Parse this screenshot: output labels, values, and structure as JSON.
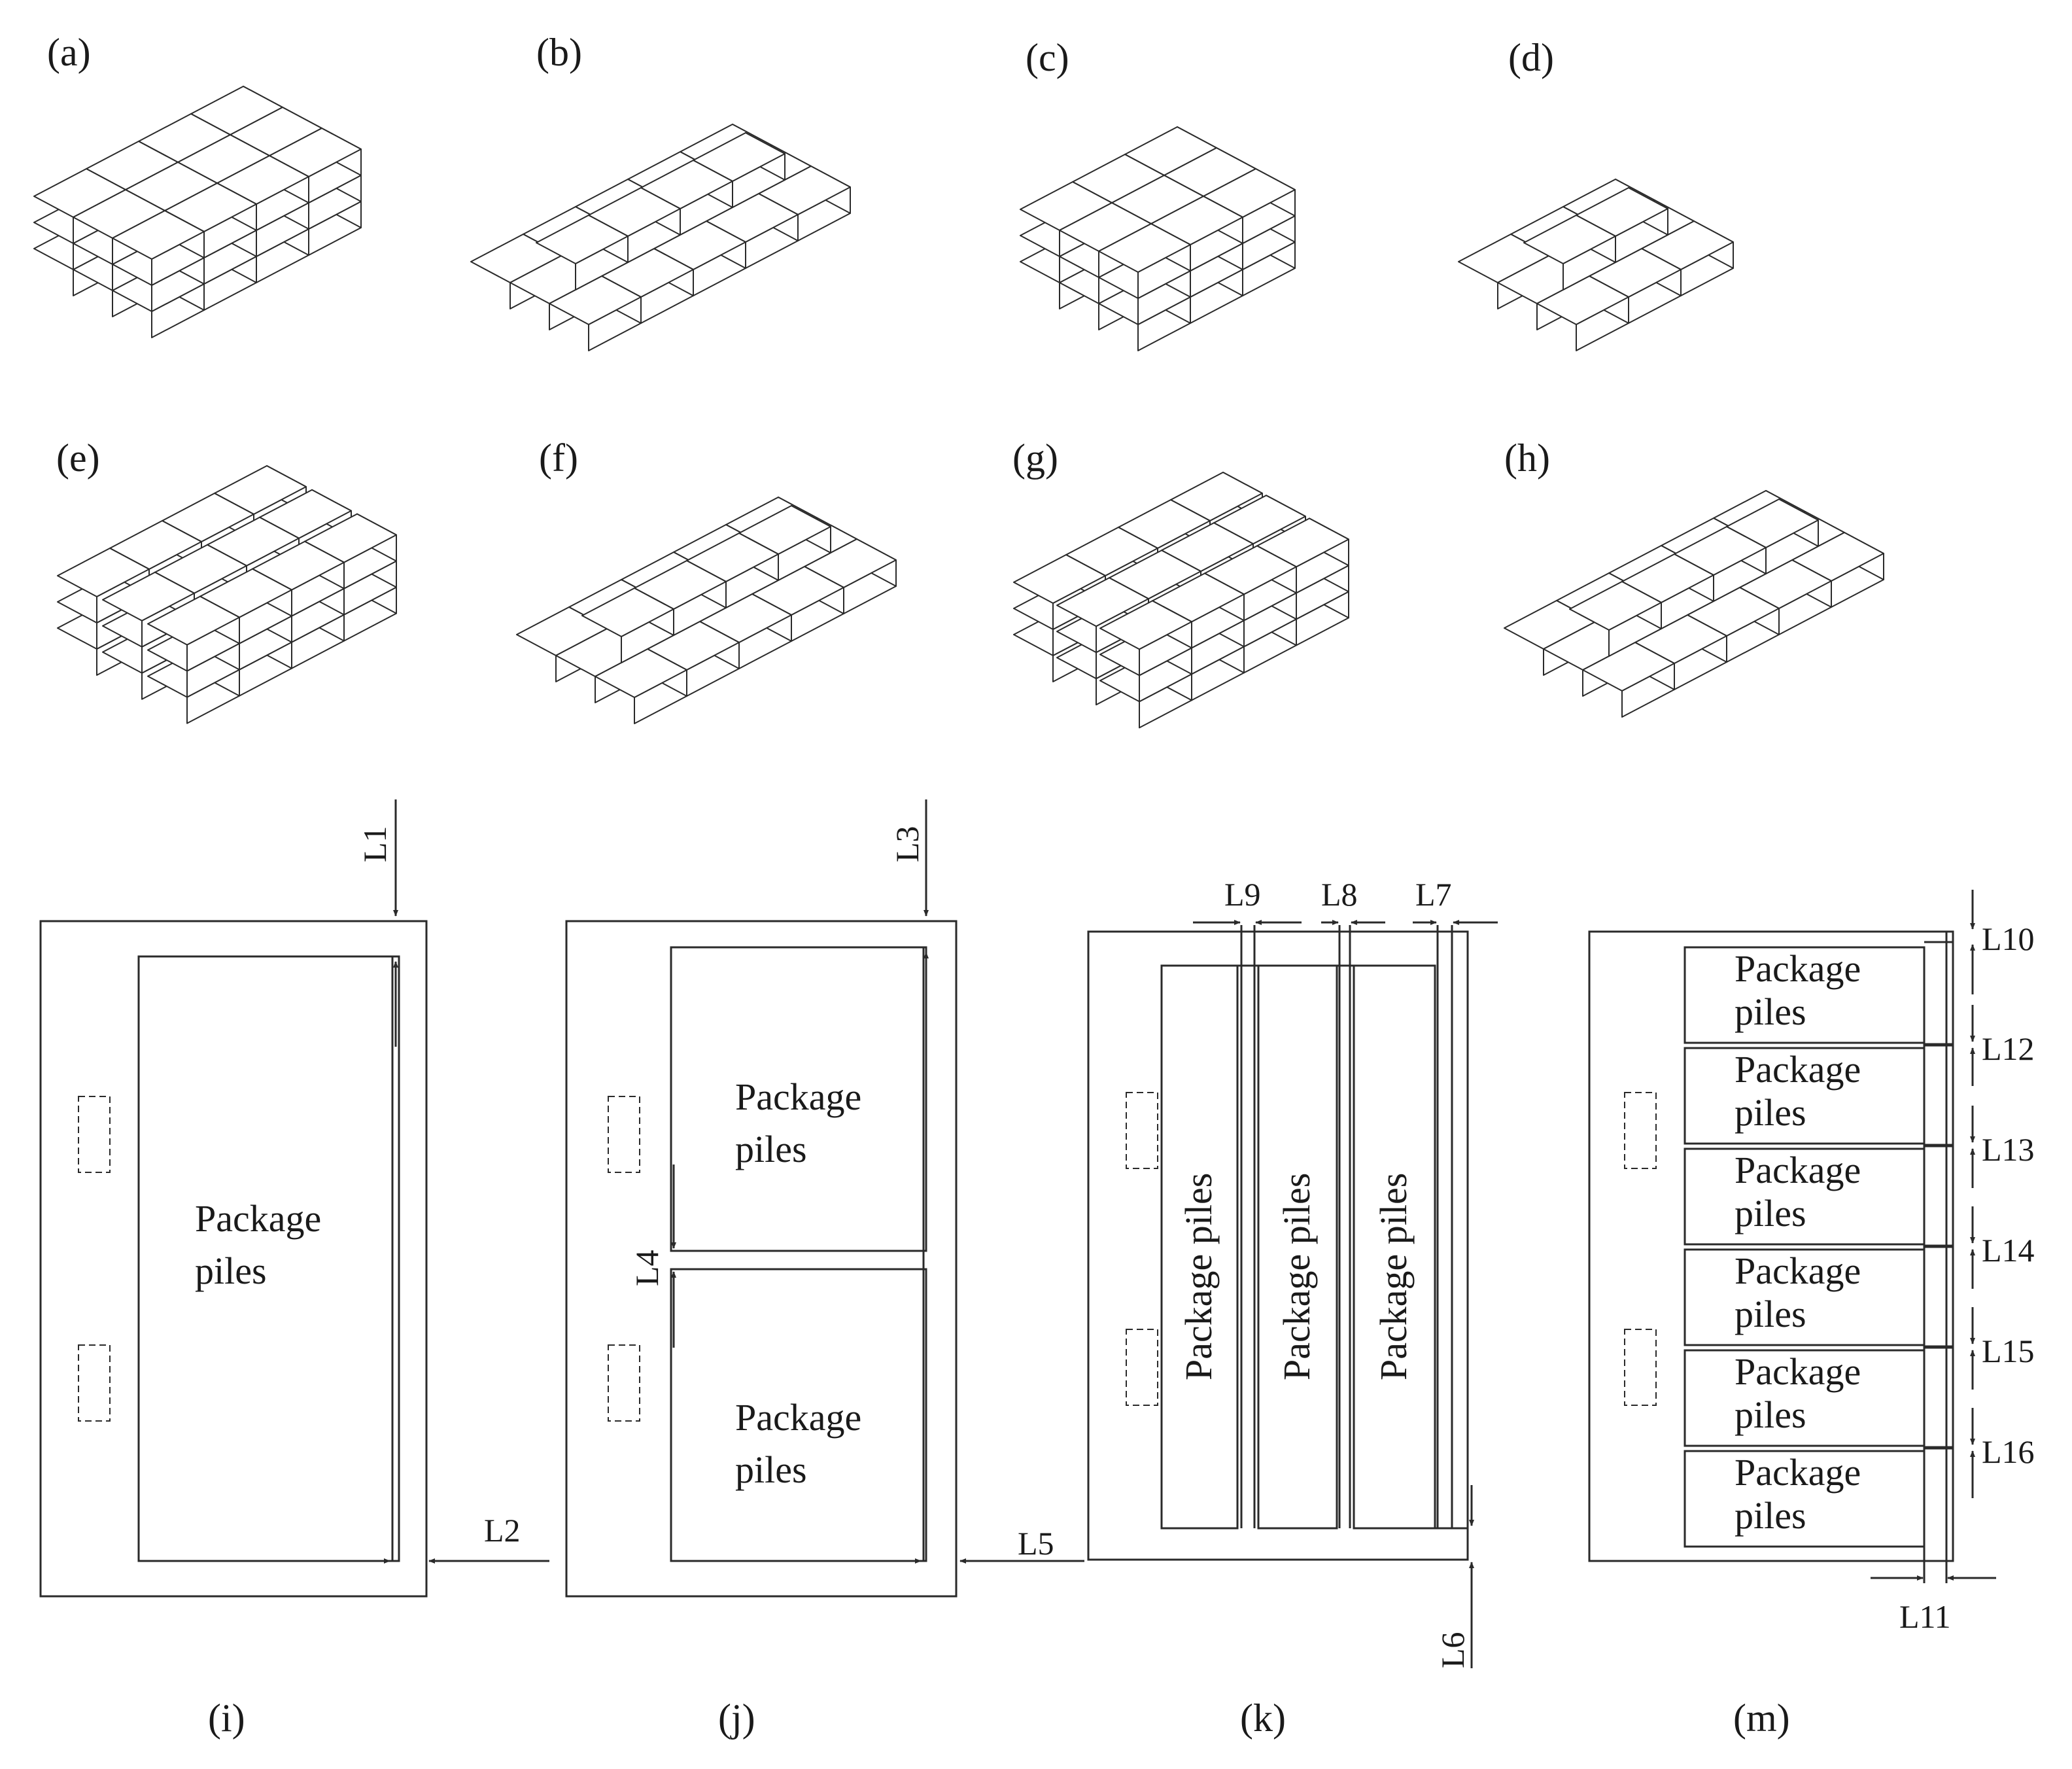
{
  "panel_labels": {
    "a": "(a)",
    "b": "(b)",
    "c": "(c)",
    "d": "(d)",
    "e": "(e)",
    "f": "(f)",
    "g": "(g)",
    "h": "(h)",
    "i": "(i)",
    "j": "(j)",
    "k": "(k)",
    "m": "(m)"
  },
  "pile_text": {
    "line1": "Package",
    "line2": "piles",
    "rotated": "Package piles"
  },
  "dimensions": {
    "L1": "L1",
    "L2": "L2",
    "L3": "L3",
    "L4": "L4",
    "L5": "L5",
    "L6": "L6",
    "L7": "L7",
    "L8": "L8",
    "L9": "L9",
    "L10": "L10",
    "L11": "L11",
    "L12": "L12",
    "L13": "L13",
    "L14": "L14",
    "L15": "L15",
    "L16": "L16"
  },
  "colors": {
    "line": "#2a2a2a",
    "background": "#ffffff"
  }
}
